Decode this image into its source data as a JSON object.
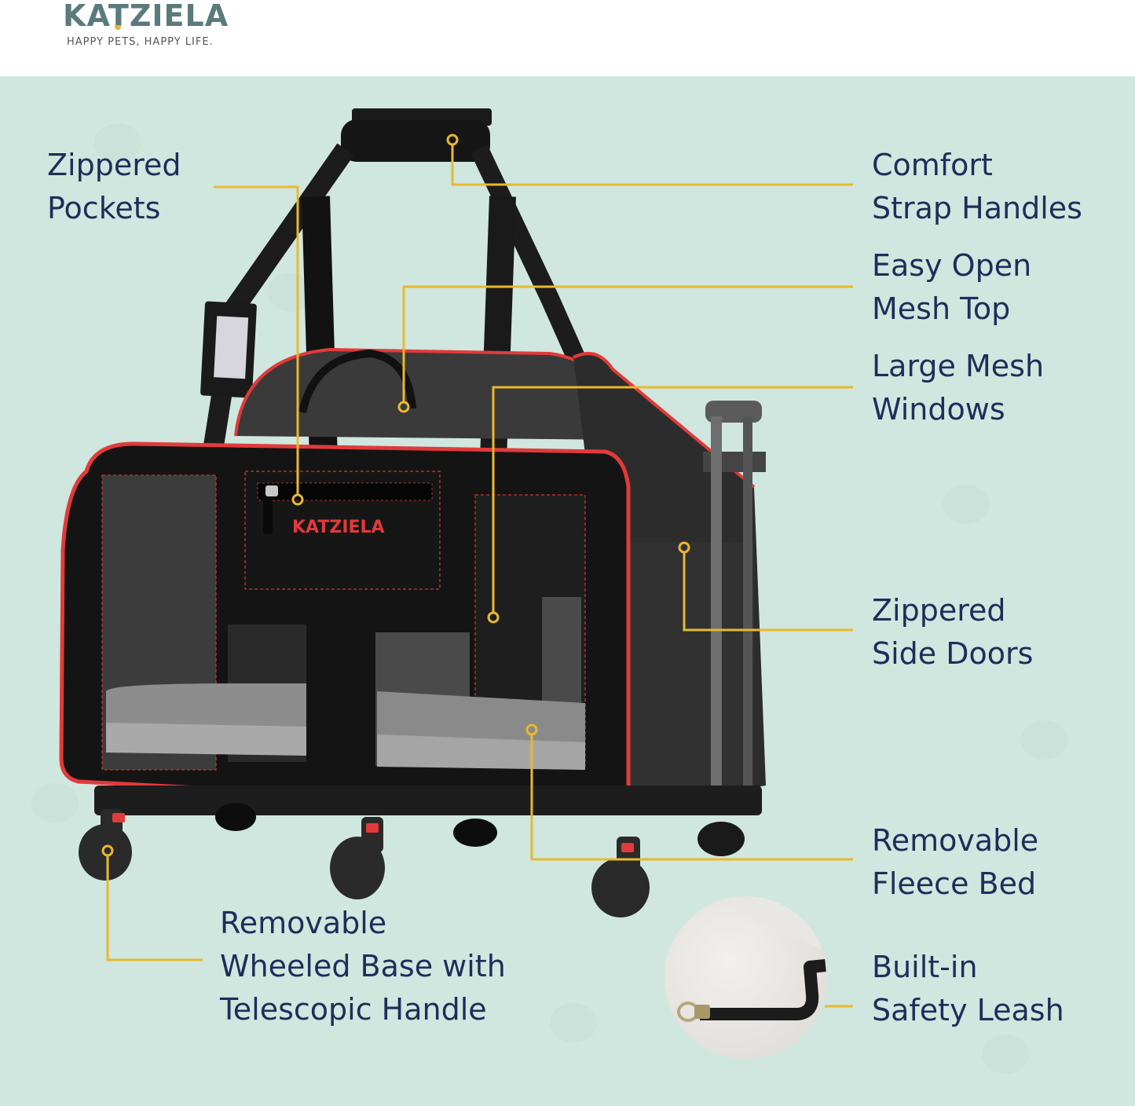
{
  "brand": {
    "name": "KATZIELA",
    "tagline": "HAPPY PETS, HAPPY LIFE.",
    "bag_logo": "KATZIELA"
  },
  "colors": {
    "background": "#d0e7df",
    "label_text": "#1d2e5a",
    "leader_line": "#e8b92e",
    "bag_body": "#151515",
    "bag_trim": "#e23a3a",
    "logo": "#5b7a7c"
  },
  "features": [
    {
      "id": "zippered-pockets",
      "line1": "Zippered",
      "line2": "Pockets"
    },
    {
      "id": "comfort-strap-handles",
      "line1": "Comfort",
      "line2": "Strap Handles"
    },
    {
      "id": "easy-open-mesh-top",
      "line1": "Easy Open",
      "line2": "Mesh Top"
    },
    {
      "id": "large-mesh-windows",
      "line1": "Large Mesh",
      "line2": "Windows"
    },
    {
      "id": "zippered-side-doors",
      "line1": "Zippered",
      "line2": "Side Doors"
    },
    {
      "id": "removable-fleece-bed",
      "line1": "Removable",
      "line2": "Fleece Bed"
    },
    {
      "id": "wheeled-base",
      "line1": "Removable",
      "line2": "Wheeled Base with",
      "line3": "Telescopic Handle"
    },
    {
      "id": "safety-leash",
      "line1": "Built-in",
      "line2": "Safety Leash"
    }
  ]
}
